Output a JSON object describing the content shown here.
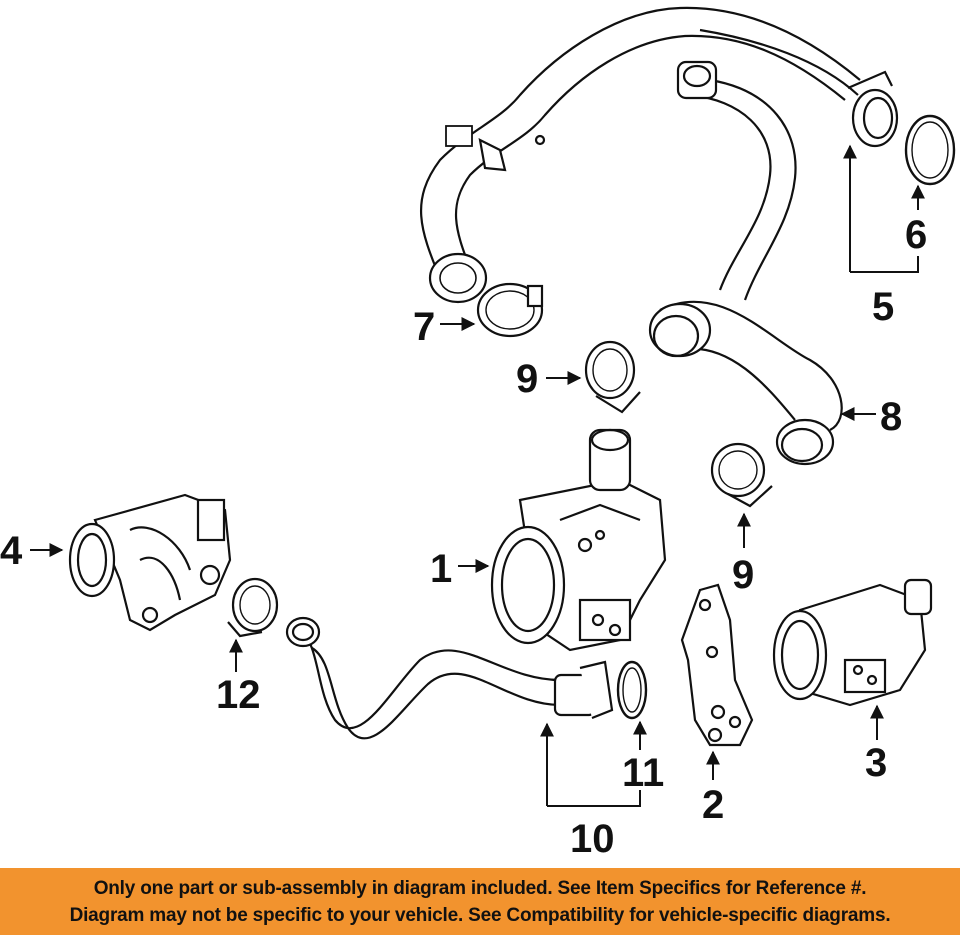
{
  "callouts": {
    "c1": "1",
    "c2": "2",
    "c3": "3",
    "c4": "4",
    "c5": "5",
    "c6": "6",
    "c7": "7",
    "c8": "8",
    "c9a": "9",
    "c9b": "9",
    "c10": "10",
    "c11": "11",
    "c12": "12"
  },
  "banner": {
    "line1": "Only one part or sub-assembly in diagram included. See Item Specifics for Reference #.",
    "line2": "Diagram may not be specific to your vehicle. See Compatibility for vehicle-specific diagrams."
  },
  "colors": {
    "banner_background": "#f2932e",
    "line_art": "#111111"
  }
}
